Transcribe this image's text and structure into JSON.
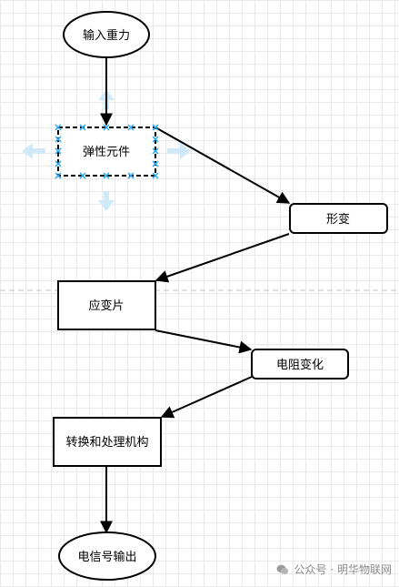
{
  "diagram": {
    "nodes": {
      "input_gravity": "输入重力",
      "elastic_element": "弹性元件",
      "deformation": "形变",
      "strain_gauge": "应变片",
      "resistance_change": "电阻变化",
      "conversion_processing": "转换和处理机构",
      "electrical_output": "电信号输出"
    }
  },
  "watermark": {
    "text": "公众号 · 明华物联网",
    "icon": "wechat-icon"
  },
  "colors": {
    "line": "#000000",
    "selection_handle": "#29a9f0",
    "selection_arrow": "#cfe9f8",
    "grid": "#e9e9e9",
    "page_break": "#c0c0c0"
  }
}
